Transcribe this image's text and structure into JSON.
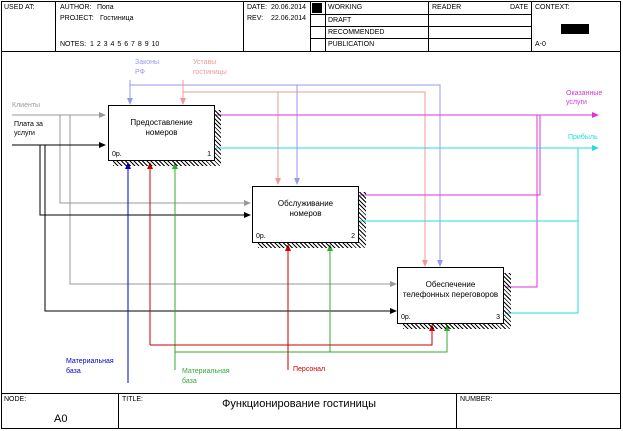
{
  "header": {
    "used_at_label": "USED AT:",
    "author_label": "AUTHOR:",
    "author_value": "Попа",
    "project_label": "PROJECT:",
    "project_value": "Гостиница",
    "notes_label": "NOTES:",
    "notes_numbers": "1  2  3  4  5  6  7  8  9  10",
    "date_label": "DATE:",
    "date_value": "20.06.2014",
    "rev_label": "REV:",
    "rev_value": "22.06.2014",
    "status_working": "WORKING",
    "status_draft": "DRAFT",
    "status_recommended": "RECOMMENDED",
    "status_publication": "PUBLICATION",
    "reader_label": "READER",
    "reader_date_label": "DATE",
    "context_label": "CONTEXT:",
    "context_node": "A-0"
  },
  "boxes": [
    {
      "title_line1": "Предоставление",
      "title_line2": "номеров",
      "cost": "0р.",
      "number": "1"
    },
    {
      "title_line1": "Обслуживание",
      "title_line2": "номеров",
      "cost": "0р.",
      "number": "2"
    },
    {
      "title_line1": "Обеспечение",
      "title_line2": "телефонных переговоров",
      "cost": "0р.",
      "number": "3"
    }
  ],
  "labels": {
    "clients": "Клиенты",
    "payment_line1": "Плата за",
    "payment_line2": "услуги",
    "laws_line1": "Законы",
    "laws_line2": "РФ",
    "charters_line1": "Уставы",
    "charters_line2": "гостиницы",
    "services_line1": "Оказанные",
    "services_line2": "услуги",
    "profit": "Прибыль",
    "material_base_1_line1": "Материальная",
    "material_base_1_line2": "база",
    "material_base_2_line1": "Материальная",
    "material_base_2_line2": "база",
    "staff": "Персонал"
  },
  "footer": {
    "node_label": "NODE:",
    "node_value": "A0",
    "title_label": "TITLE:",
    "title_value": "Функционирование  гостиницы",
    "number_label": "NUMBER:"
  },
  "colors": {
    "laws": "#9999ee",
    "charters": "#ee9999",
    "clients": "#999999",
    "payment": "#000000",
    "services": "#dd33dd",
    "profit": "#22dddd",
    "material_base_blue": "#0000cc",
    "material_base_green": "#33aa33",
    "staff": "#cc0000"
  }
}
